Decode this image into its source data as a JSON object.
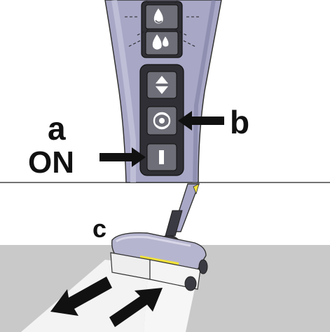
{
  "callouts": {
    "a": "a",
    "on": "ON",
    "b": "b",
    "c": "c"
  },
  "buttons": [
    {
      "name": "water-mode-1-button",
      "icon": "water-drop-icon"
    },
    {
      "name": "water-mode-2-button",
      "icon": "double-water-drop-icon"
    },
    {
      "name": "adjust-button",
      "icon": "up-down-arrows-icon"
    },
    {
      "name": "roller-mode-button",
      "icon": "rotation-icon"
    },
    {
      "name": "power-button",
      "icon": "power-bar-icon"
    }
  ],
  "colors": {
    "handle": "#a8a7c6",
    "handle_dark": "#7f7ea3",
    "panel": "#2f2f35",
    "button": "#6e6e78",
    "floor": "#c9c9c9",
    "accent": "#f2e23a"
  }
}
